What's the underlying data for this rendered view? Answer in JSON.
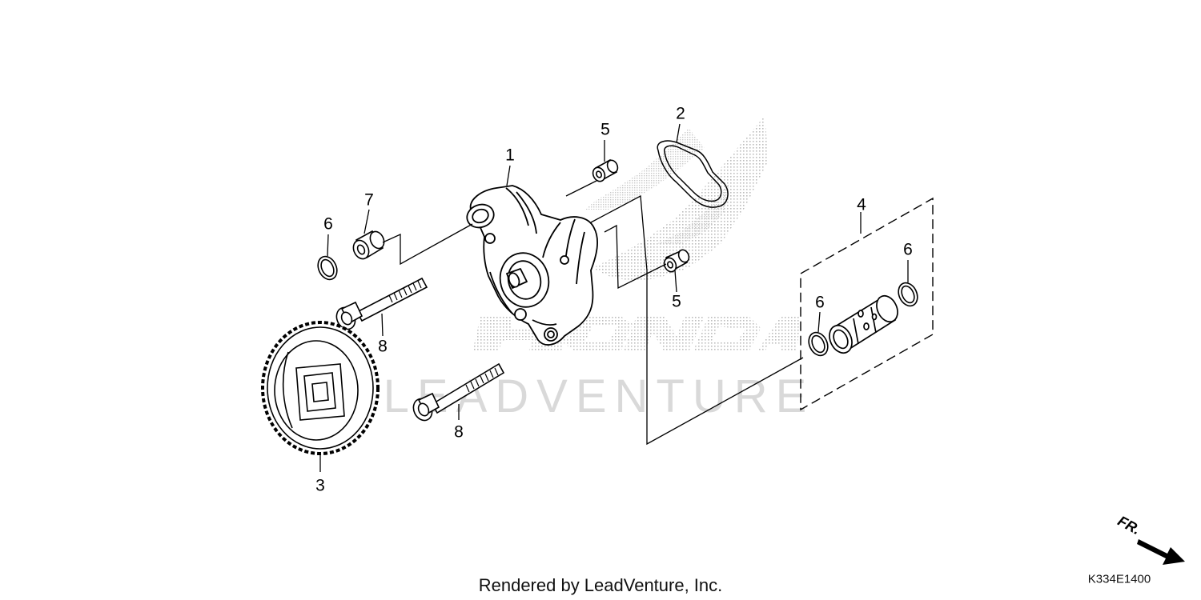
{
  "callouts": {
    "c1": "1",
    "c2": "2",
    "c3": "3",
    "c4": "4",
    "c5a": "5",
    "c5b": "5",
    "c6a": "6",
    "c6b": "6",
    "c6c": "6",
    "c7": "7",
    "c8a": "8",
    "c8b": "8"
  },
  "watermark": {
    "logo_text": "HONDA",
    "text": "LEADVENTURE"
  },
  "direction": {
    "label": "FR."
  },
  "footer": {
    "rendered_by": "Rendered by LeadVenture, Inc.",
    "diagram_code": "K334E1400"
  },
  "colors": {
    "line": "#000000",
    "watermark": "#d9d9d9",
    "background": "#ffffff"
  }
}
